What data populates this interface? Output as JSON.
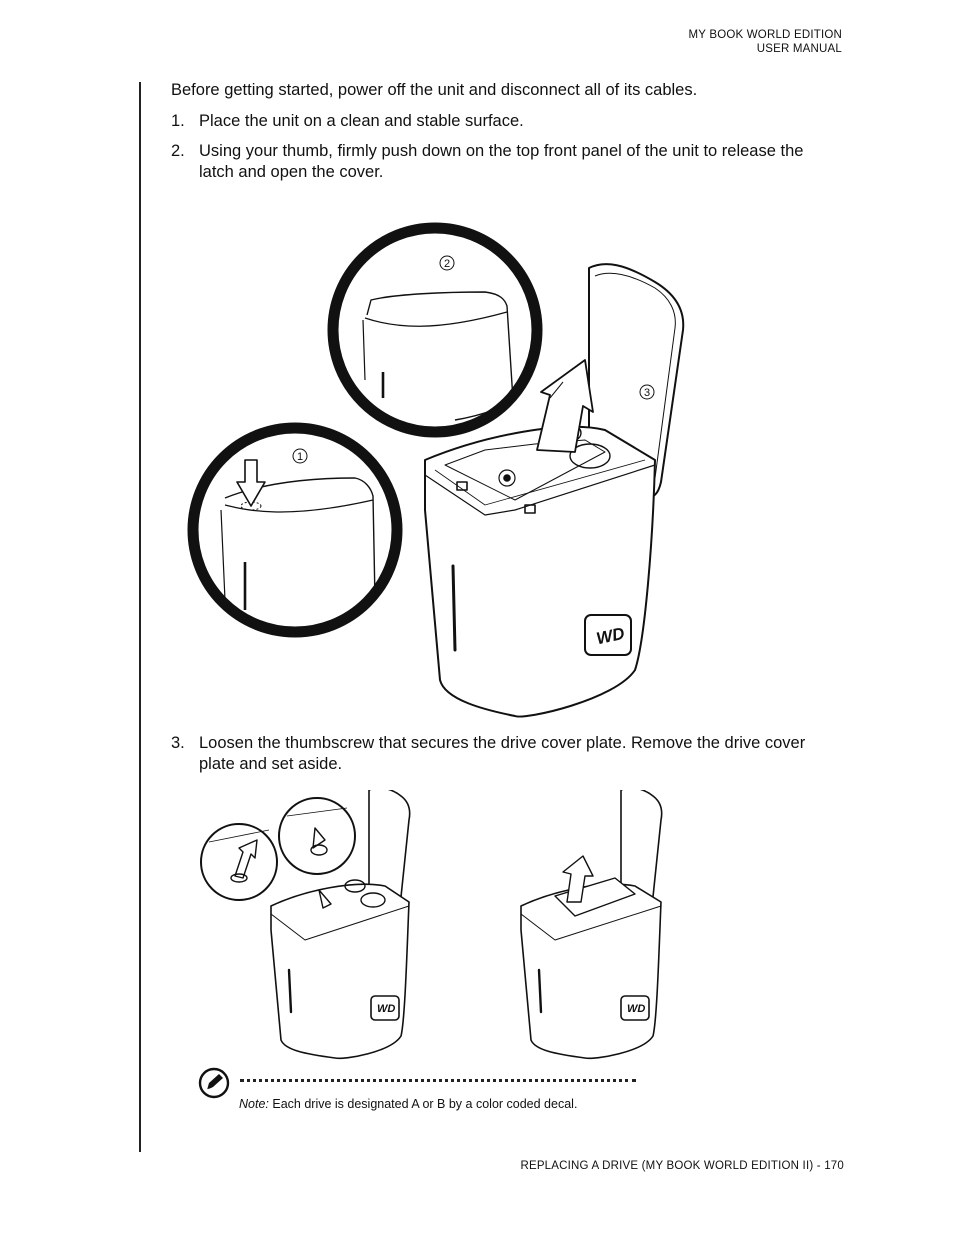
{
  "header": {
    "line1": "MY BOOK WORLD EDITION",
    "line2": "USER MANUAL"
  },
  "intro": "Before getting started, power off the unit and disconnect all of its cables.",
  "steps": [
    {
      "num": "1.",
      "text": "Place the unit on a clean and stable surface."
    },
    {
      "num": "2.",
      "text": "Using your thumb, firmly push down on the top front panel of the unit to release the latch and open the cover."
    },
    {
      "num": "3.",
      "text": "Loosen the thumbscrew that secures the drive cover plate. Remove the drive cover plate and set aside."
    }
  ],
  "figure1": {
    "callout_1": "1",
    "callout_2": "2",
    "callout_3": "3",
    "logo_text": "WD"
  },
  "figure2": {
    "logo_text": "WD"
  },
  "note": {
    "label": "Note:",
    "text": " Each drive is designated A or B by a color coded decal.",
    "icon": "pencil-note-icon"
  },
  "footer": "REPLACING A DRIVE (MY BOOK WORLD EDITION II) - 170"
}
